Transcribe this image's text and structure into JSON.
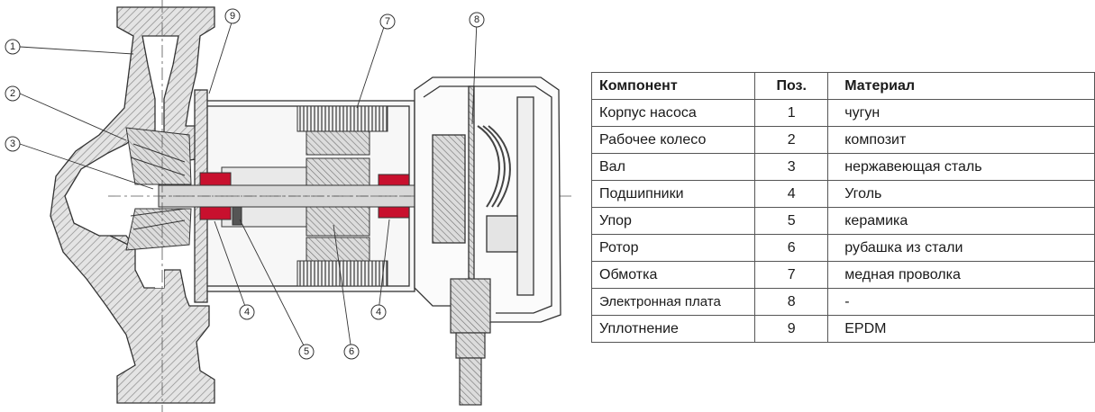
{
  "table": {
    "headers": [
      "Компонент",
      "Поз.",
      "Материал"
    ],
    "rows": [
      {
        "component": "Корпус насоса",
        "pos": "1",
        "material": "чугун"
      },
      {
        "component": "Рабочее колесо",
        "pos": "2",
        "material": "композит"
      },
      {
        "component": "Вал",
        "pos": "3",
        "material": "нержавеющая сталь"
      },
      {
        "component": "Подшипники",
        "pos": "4",
        "material": "Уголь"
      },
      {
        "component": "Упор",
        "pos": "5",
        "material": "керамика"
      },
      {
        "component": "Ротор",
        "pos": "6",
        "material": "рубашка из  стали"
      },
      {
        "component": "Обмотка",
        "pos": "7",
        "material": "медная проволка"
      },
      {
        "component": "Электронная плата",
        "pos": "8",
        "material": "-"
      },
      {
        "component": "Уплотнение",
        "pos": "9",
        "material": "EPDM"
      }
    ]
  },
  "callouts": [
    "1",
    "2",
    "3",
    "4",
    "5",
    "6",
    "7",
    "8",
    "9",
    "4"
  ],
  "colors": {
    "bearing": "#c8102e",
    "line": "#333333",
    "hatch": "#9a9a9a",
    "grey": "#bdbdbd"
  }
}
